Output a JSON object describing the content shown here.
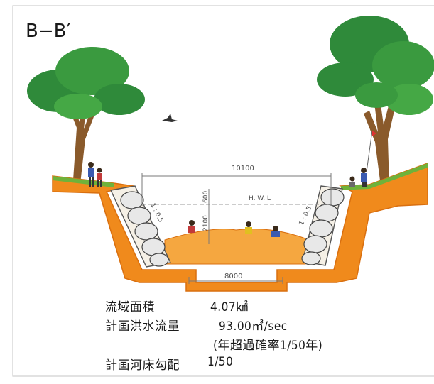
{
  "section_title": "B−B′",
  "dimensions": {
    "top_width": "10100",
    "bottom_width": "8000",
    "height_total": "2100",
    "freeboard": "600",
    "water_level_label": "H. W. L",
    "slope_left": "1 : 0.5",
    "slope_right": "1 : 0.5"
  },
  "info": {
    "rows": [
      {
        "label": "流域面積",
        "value": "4.07㎢"
      },
      {
        "label": "計画洪水流量",
        "value": "93.00㎥/sec"
      },
      {
        "label": "",
        "value": "(年超過確率1/50年)"
      },
      {
        "label": "計画河床勾配",
        "value": "1/50"
      }
    ]
  },
  "colors": {
    "earth": "#f08a1c",
    "earth_dark": "#d96f0f",
    "riverbed": "#f5a740",
    "grass": "#6fb23a",
    "foliage": "#2f8a3a",
    "trunk": "#8a5a2b",
    "stone_fill": "#e8e8e8",
    "water_line": "#9a9a9a"
  }
}
